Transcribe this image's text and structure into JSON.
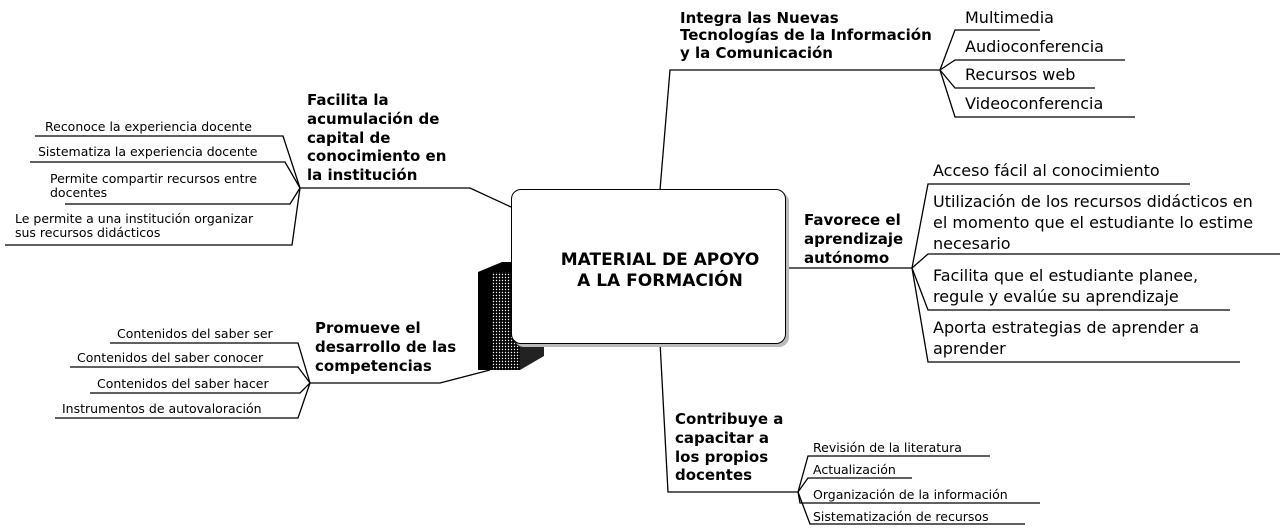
{
  "center": {
    "title": "MATERIAL DE APOYO\nA LA FORMACIÓN"
  },
  "branches": {
    "tic": {
      "label": "Integra las Nuevas\nTecnologías de la Información\ny la Comunicación",
      "items": [
        "Multimedia",
        "Audioconferencia",
        "Recursos web",
        "Videoconferencia"
      ]
    },
    "capital": {
      "label": "Facilita la\nacumulación de\ncapital de\nconocimiento en\nla institución",
      "items": [
        "Reconoce la experiencia docente",
        "Sistematiza la experiencia docente",
        "Permite compartir recursos entre\ndocentes",
        "Le permite a una institución organizar\nsus recursos didácticos"
      ]
    },
    "autonomo": {
      "label": "Favorece el\naprendizaje\nautónomo",
      "items": [
        "Acceso fácil al conocimiento",
        "Utilización de los recursos didácticos en\nel momento que el estudiante lo estime\nnecesario",
        "Facilita que el estudiante planee,\nregule y evalúe su aprendizaje",
        "Aporta estrategias de aprender a\naprender"
      ]
    },
    "competencias": {
      "label": "Promueve el\ndesarrollo de las\ncompetencias",
      "items": [
        "Contenidos del saber ser",
        "Contenidos del saber conocer",
        "Contenidos del saber hacer",
        "Instrumentos de autovaloración"
      ]
    },
    "docentes": {
      "label": "Contribuye a\ncapacitar a\nlos propios\ndocentes",
      "items": [
        "Revisión de la literatura",
        "Actualización",
        "Organización de la información",
        "Sistematización de recursos"
      ]
    }
  }
}
